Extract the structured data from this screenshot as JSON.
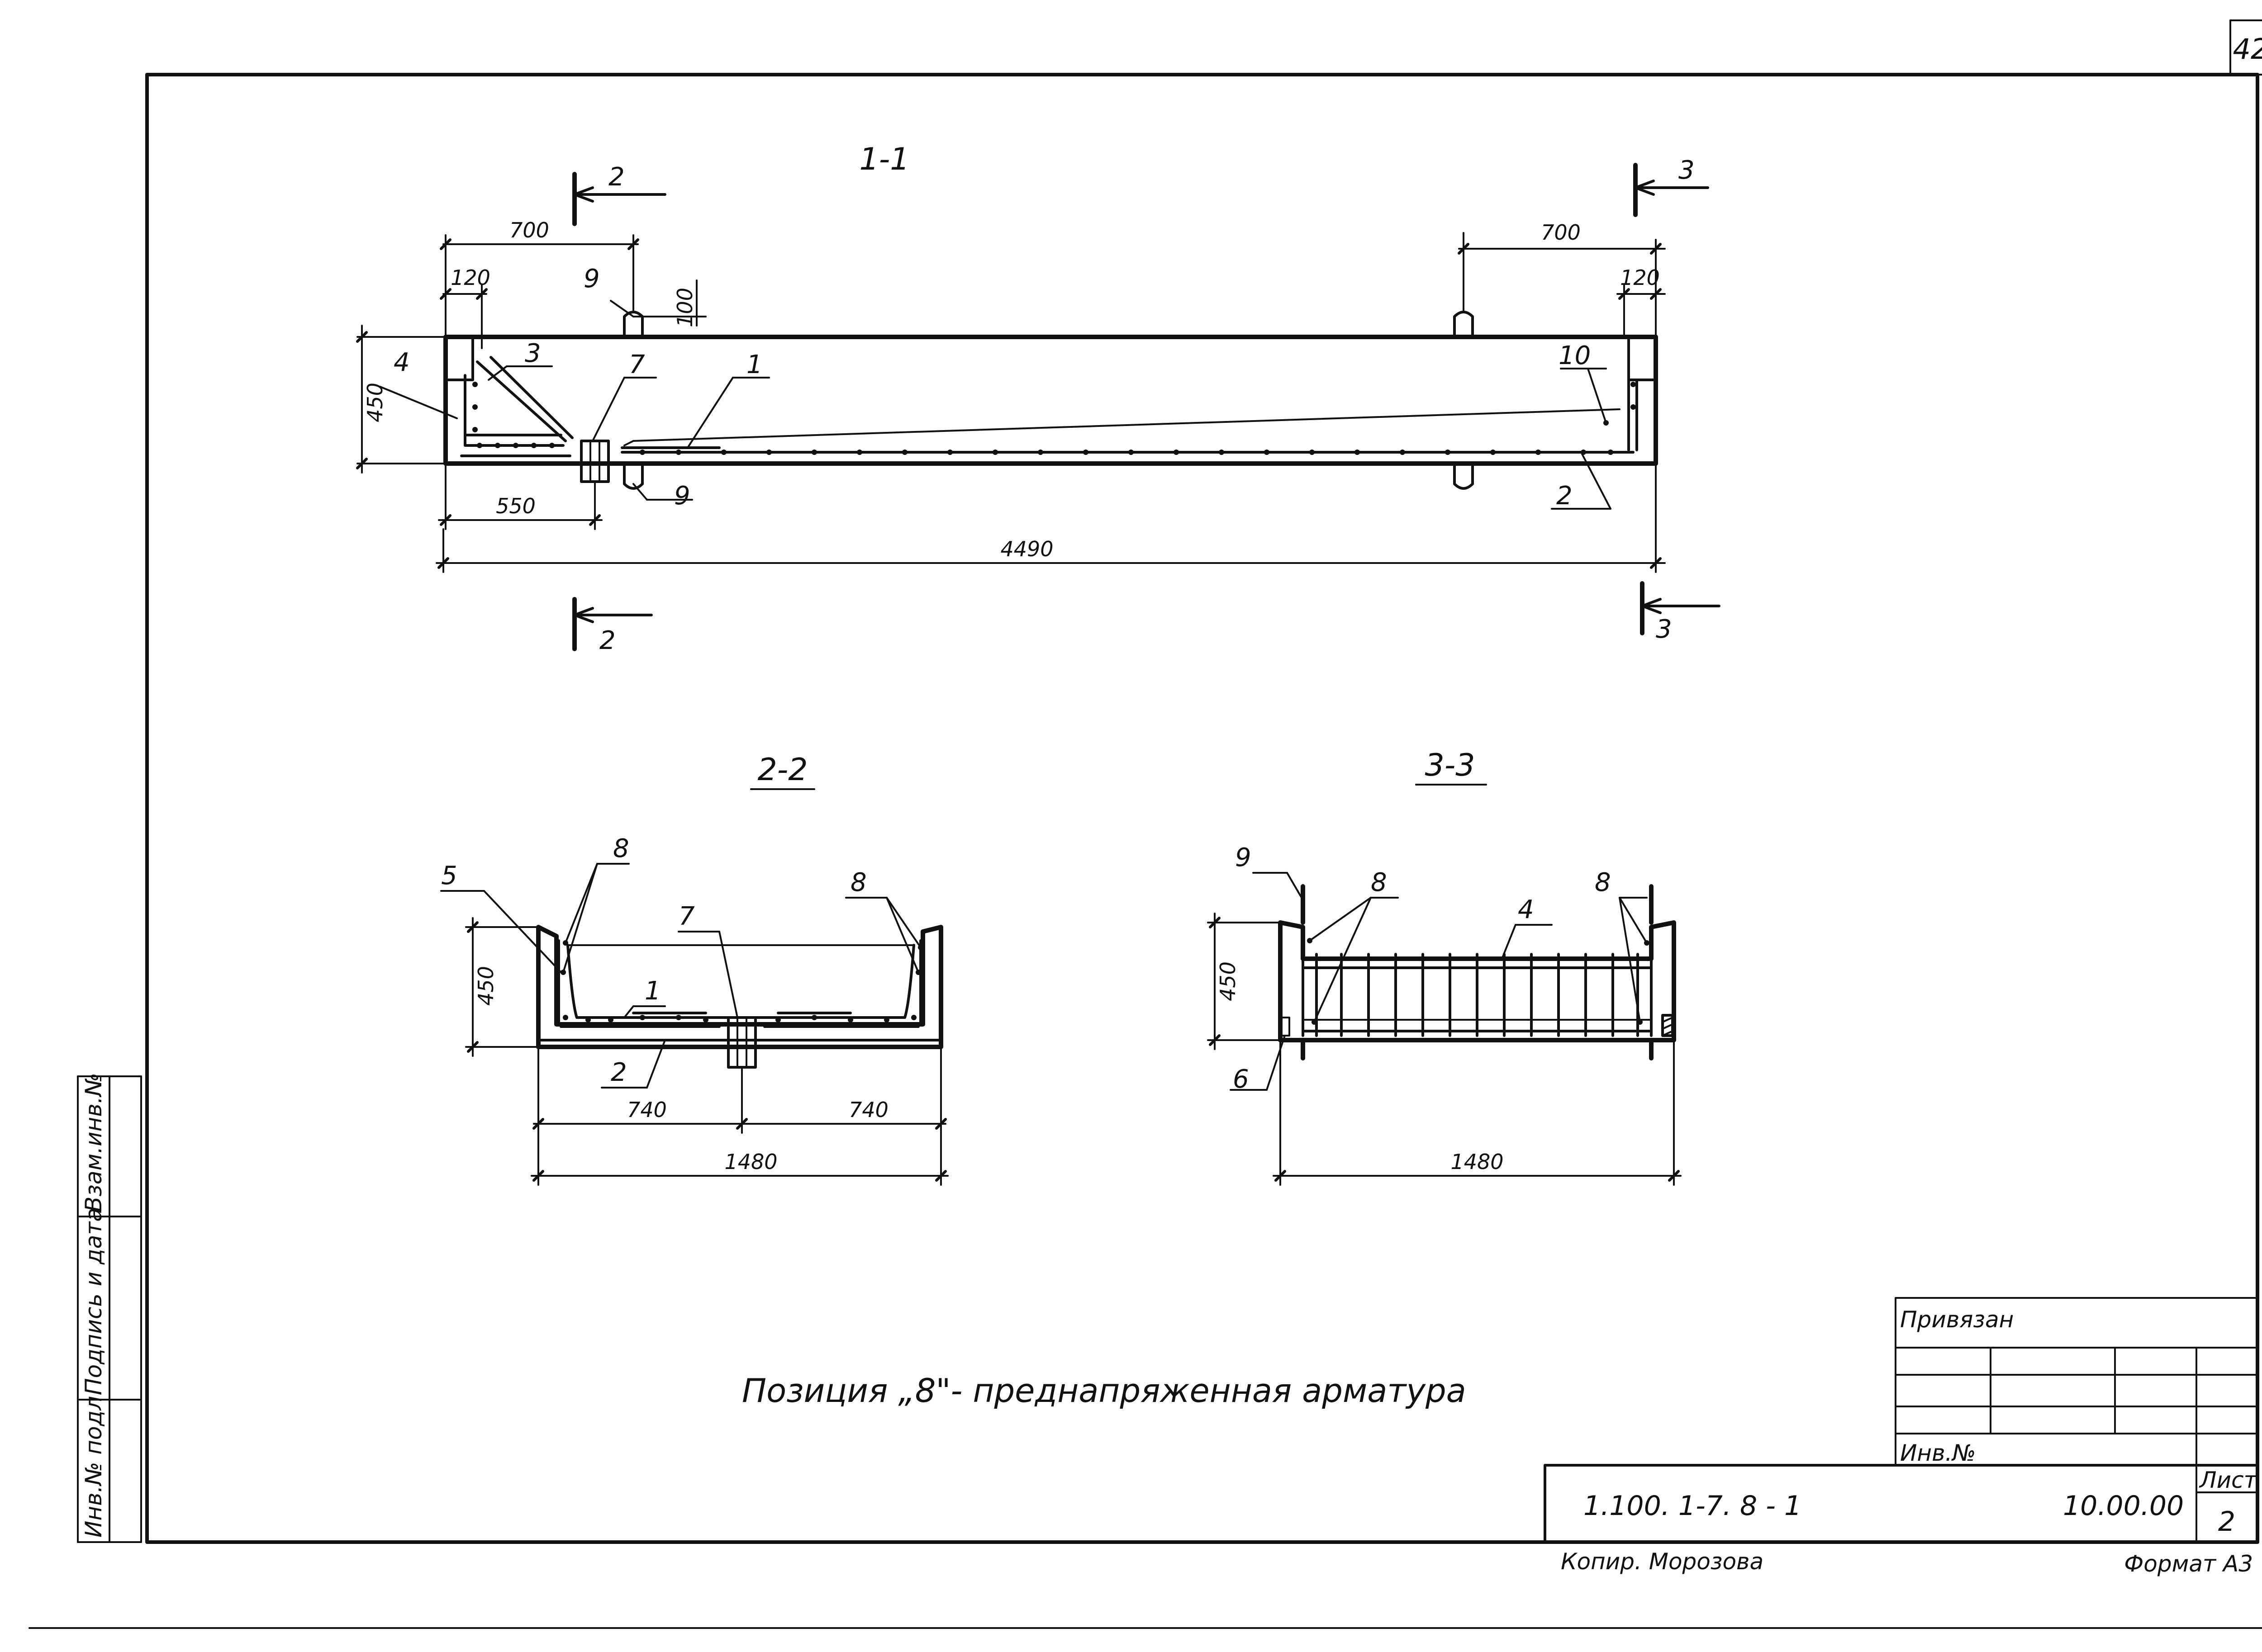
{
  "sheet": {
    "page_number": "42",
    "note": "Позиция „8\"- преднапряженная арматура",
    "copied_by": "Копир. Морозова",
    "format": "Формат А3"
  },
  "side_stamp": {
    "inv_podl": "Инв.№ подл.",
    "podpis_data": "Подпись и дата",
    "vzam_inv": "Взам.инв.№"
  },
  "title_block": {
    "privyazan": "Привязан",
    "inv_no": "Инв.№",
    "code": "1.100. 1-7. 8 - 1",
    "number": "10.00.00",
    "list_label": "Лист",
    "list_value": "2"
  },
  "section_1_1": {
    "title": "1-1",
    "cut_2_label": "2",
    "cut_3_label": "3",
    "dims": {
      "left_700": "700",
      "right_700": "700",
      "left_120": "120",
      "right_120": "120",
      "loop_100": "100",
      "height_450": "450",
      "d_550": "550",
      "total_4490": "4490"
    },
    "positions": {
      "p1": "1",
      "p2": "2",
      "p3": "3",
      "p4": "4",
      "p7": "7",
      "p9_top": "9",
      "p9_bottom": "9",
      "p10": "10"
    }
  },
  "section_2_2": {
    "title": "2-2",
    "dims": {
      "height_450": "450",
      "left_740": "740",
      "right_740": "740",
      "total_1480": "1480"
    },
    "positions": {
      "p1": "1",
      "p2": "2",
      "p5": "5",
      "p7": "7",
      "p8_left": "8",
      "p8_right": "8"
    }
  },
  "section_3_3": {
    "title": "3-3",
    "dims": {
      "height_450": "450",
      "total_1480": "1480"
    },
    "positions": {
      "p4": "4",
      "p6": "6",
      "p9": "9",
      "p8_left": "8",
      "p8_right": "8"
    }
  }
}
